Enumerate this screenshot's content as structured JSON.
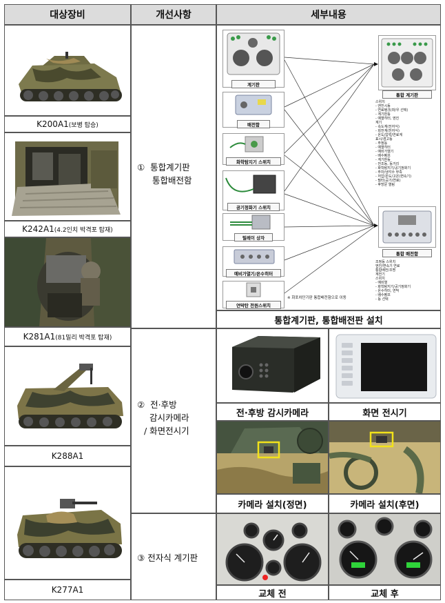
{
  "headers": {
    "equipment": "대상장비",
    "improvement": "개선사항",
    "details": "세부내용"
  },
  "equipment": [
    {
      "model": "K200A1",
      "note": "(보병 탑승)"
    },
    {
      "model": "K242A1",
      "note": "(4.2인치 박격포 탑재)"
    },
    {
      "model": "K281A1",
      "note": "(81밀리 박격포 탑재)"
    },
    {
      "model": "K288A1",
      "note": ""
    },
    {
      "model": "K277A1",
      "note": ""
    }
  ],
  "improvements": [
    {
      "num": "①",
      "lines": [
        "통합계기판",
        "통합배전함"
      ]
    },
    {
      "num": "②",
      "lines": [
        "전·후방",
        "감시카메라",
        "/ 화면전시기"
      ]
    },
    {
      "num": "③",
      "lines": [
        "전자식 계기판"
      ]
    }
  ],
  "diagram": {
    "components": [
      "계기판",
      "배전함",
      "화학탐지기 스위치",
      "공기정화기 스위치",
      "릴레이 상자",
      "예비가열기/온수히터",
      "연막탄 전원스위치"
    ],
    "panel_label": "통합 계기판",
    "box_label": "통합 배전함",
    "note": "※ 화포차단기판 통합배전함으로 이동",
    "panel_list": [
      "스위치",
      "- 엔진시동",
      "- 연료탱크(좌/우 선택)",
      "- 계기판등",
      "- 예열히터, 엔진",
      "계기",
      "- 속도계(전자식)",
      "- 회전계(전자식)",
      "- 온도/압력/연료계",
      "표시/경고등",
      "- 주정등",
      "- 예열히터",
      "- 예비가열기",
      "- 배수펌프",
      "- 계기판등",
      "- 전조등, 등거리",
      "- 화학탐지기/공기정화기",
      "- 주차/냉각수 부족",
      "- 저압/온도/고온(변속기)",
      "- 필터(공기/연료)",
      "- 후방문 열림"
    ],
    "box_list": [
      "조정등 스위치",
      "엔진/변속기 연료",
      "통합배전/조명",
      "계전기",
      "스위치",
      "- 예비열",
      "- 화학탐지기/공기정화기",
      "- 온수히터, 연막",
      "- 배수펌프",
      "- 등 선택"
    ]
  },
  "captions": {
    "install": "통합계기판, 통합배전판 설치",
    "camera": "전·후방 감시카메라",
    "display": "화면 전시기",
    "cam_front": "카메라 설치(정면)",
    "cam_rear": "카메라 설치(후면)",
    "before": "교체 전",
    "after": "교체 후"
  }
}
